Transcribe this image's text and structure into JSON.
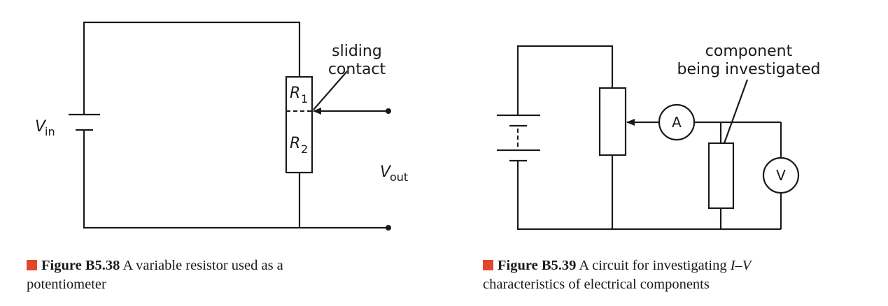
{
  "figure_b538": {
    "labels": {
      "sliding_contact_line1": "sliding",
      "sliding_contact_line2": "contact",
      "vin_main": "V",
      "vin_sub": "in",
      "r1_main": "R",
      "r1_sub": "1",
      "r2_main": "R",
      "r2_sub": "2",
      "vout_main": "V",
      "vout_sub": "out"
    },
    "caption": {
      "number": "Figure B5.38",
      "text_line1": " A variable resistor used as a",
      "text_line2": "potentiometer"
    }
  },
  "figure_b539": {
    "labels": {
      "component_line1": "component",
      "component_line2": "being investigated",
      "ammeter": "A",
      "voltmeter": "V"
    },
    "caption": {
      "number": "Figure B5.39",
      "text_before": " A circuit for investigating ",
      "italic_i": "I",
      "dash": "–",
      "italic_v": "V",
      "text_line2": "characteristics of electrical components"
    }
  },
  "colors": {
    "caption_marker": "#e2472c",
    "ink": "#1a1a1a"
  }
}
